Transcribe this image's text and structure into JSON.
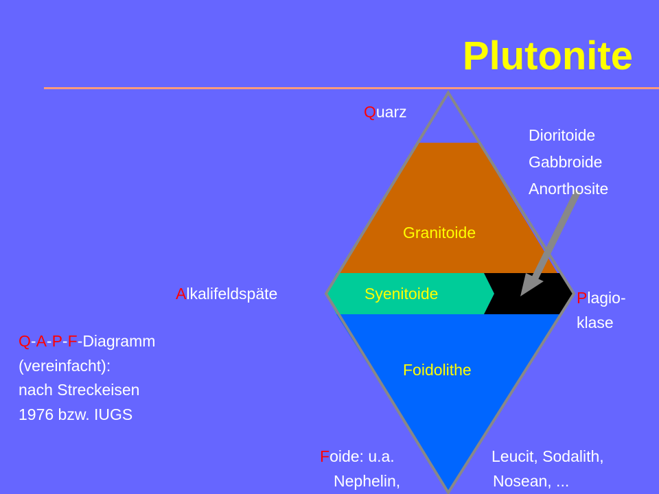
{
  "title": "Plutonite",
  "colors": {
    "background": "#6666ff",
    "title": "#ffff00",
    "rule": "#ff9a7a",
    "granitoide_fill": "#cc6600",
    "syenitoide_fill": "#00cc99",
    "dark_fill": "#000000",
    "foidolithe_fill": "#0066ff",
    "outline": "#888888",
    "label_initial": "#ff0000"
  },
  "corners": {
    "quarz": {
      "initial": "Q",
      "rest": "uarz"
    },
    "alkalifeldspaete": {
      "initial": "A",
      "rest": "lkalifeldspäte"
    },
    "plagioklase": {
      "initial": "P",
      "rest_line1": "lagio-",
      "line2": "klase"
    },
    "foide": {
      "initial": "F",
      "rest_line1": "oide: u.a.",
      "line2": "Nephelin,"
    }
  },
  "foide_continued": {
    "line1": "Leucit, Sodalith,",
    "line2": "Nosean, ..."
  },
  "callout": {
    "line1": "Dioritoide",
    "line2": "Gabbroide",
    "line3": "Anorthosite"
  },
  "regions": {
    "granitoide": "Granitoide",
    "syenitoide": "Syenitoide",
    "foidolithe": "Foidolithe"
  },
  "note": {
    "line1_initials": [
      "Q",
      "A",
      "P",
      "F"
    ],
    "line1_rest": "-Diagramm",
    "line2": "(vereinfacht):",
    "line3": "nach Streckeisen",
    "line4": "1976 bzw. IUGS"
  }
}
